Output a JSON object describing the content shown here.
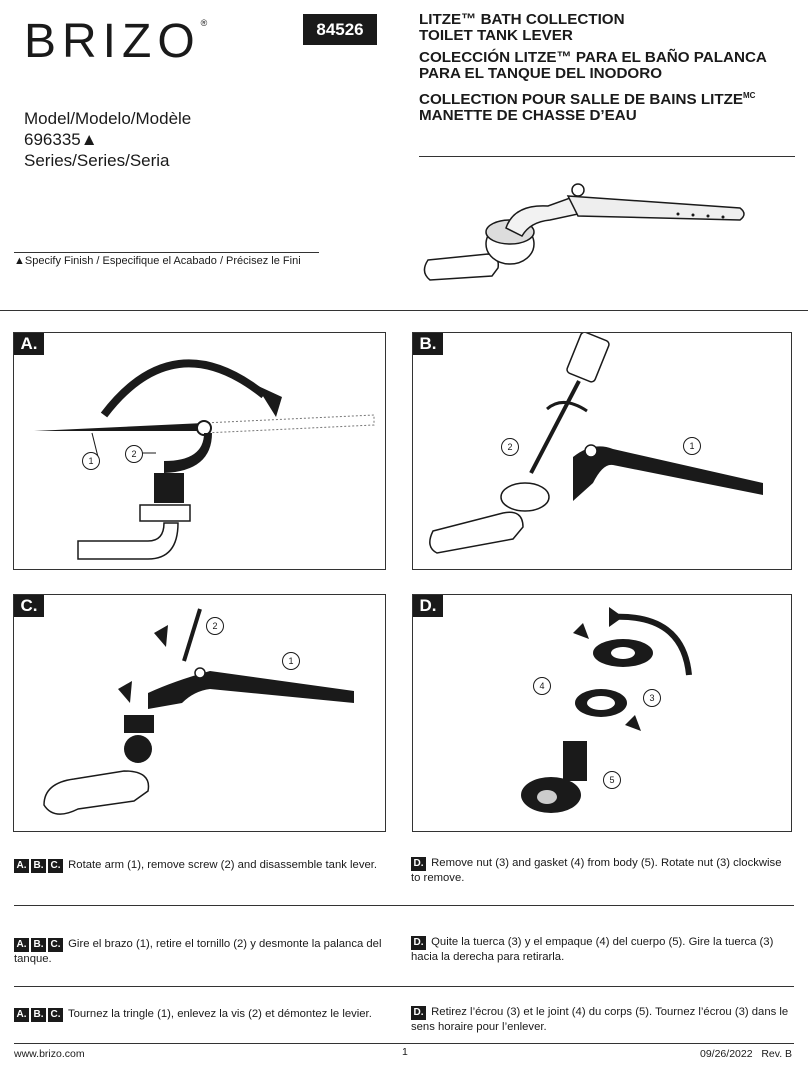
{
  "header": {
    "brand": "BRIZO",
    "registered": "®",
    "part_number": "84526",
    "title_lines": [
      "LITZE™ BATH COLLECTION",
      "TOILET TANK LEVER"
    ],
    "title_es": [
      "COLECCIÓN LITZE™ PARA EL BAÑO PALANCA",
      "PARA EL TANQUE DEL INODORO"
    ],
    "title_fr": [
      "COLLECTION POUR SALLE DE BAINS LITZE",
      "MANETTE DE CHASSE D’EAU"
    ],
    "title_fr_sup": "MC",
    "model_label": "Model/Modelo/Modèle",
    "model_number": "696335▲",
    "series_label": "Series/Series/Seria",
    "finish_note": "▲Specify Finish / Especifique el Acabado / Précisez le Fini"
  },
  "panels": [
    {
      "label": "A.",
      "callouts": [
        "1",
        "2"
      ]
    },
    {
      "label": "B.",
      "callouts": [
        "2",
        "1"
      ]
    },
    {
      "label": "C.",
      "callouts": [
        "2",
        "1"
      ]
    },
    {
      "label": "D.",
      "callouts": [
        "4",
        "3",
        "5"
      ]
    }
  ],
  "instructions": {
    "abc_tags": [
      "A.",
      "B.",
      "C."
    ],
    "d_tag": "D.",
    "rows": [
      {
        "left": "Rotate arm (1), remove screw (2) and disassemble tank lever.",
        "right": "Remove nut (3) and gasket (4) from body (5). Rotate nut (3) clockwise to remove."
      },
      {
        "left": "Gire el brazo (1), retire el tornillo (2) y desmonte la palanca del tanque.",
        "right": "Quite la tuerca (3) y el empaque (4) del cuerpo (5). Gire la tuerca (3) hacia la derecha para retirarla."
      },
      {
        "left": "Tournez la tringle (1), enlevez la vis (2) et démontez le levier.",
        "right": "Retirez l’écrou (3) et le joint (4) du corps (5). Tournez l’écrou (3) dans le sens horaire pour l’enlever."
      }
    ]
  },
  "footer": {
    "website": "www.brizo.com",
    "page": "1",
    "date": "09/26/2022",
    "revision": "Rev. B"
  }
}
